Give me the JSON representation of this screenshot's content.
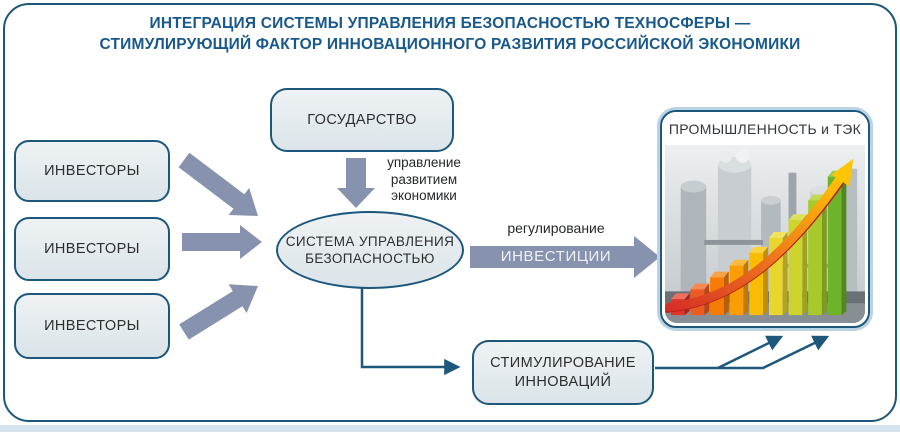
{
  "title": {
    "line1": "ИНТЕГРАЦИЯ СИСТЕМЫ УПРАВЛЕНИЯ БЕЗОПАСНОСТЬЮ  ТЕХНОСФЕРЫ —",
    "line2": "СТИМУЛИРУЮЩИЙ ФАКТОР ИННОВАЦИОННОГО РАЗВИТИЯ РОССИЙСКОЙ ЭКОНОМИКИ"
  },
  "diagram": {
    "investors": [
      "ИНВЕСТОРЫ",
      "ИНВЕСТОРЫ",
      "ИНВЕСТОРЫ"
    ],
    "state": "ГОСУДАРСТВО",
    "safety_system": {
      "line1": "СИСТЕМА УПРАВЛЕНИЯ",
      "line2": "БЕЗОПАСНОСТЬЮ"
    },
    "stimulation": {
      "line1": "СТИМУЛИРОВАНИЕ",
      "line2": "ИННОВАЦИЙ"
    },
    "industry_panel": {
      "title": "ПРОМЫШЛЕННОСТЬ и ТЭК"
    }
  },
  "labels": {
    "economy_management": [
      "управление",
      "развитием",
      "экономики"
    ],
    "regulation": "регулирование",
    "investments": "ИНВЕСТИЦИИ"
  },
  "colors": {
    "title_text": "#19588a",
    "frame_border": "#1d577c",
    "node_border": "#1d577c",
    "node_fill": "#e3eaee",
    "block_arrow": "#8793ae",
    "connector": "#1d577c",
    "label_text": "#26282a",
    "investments_text": "#eef1f6",
    "growth_bars": [
      "#e2352c",
      "#ee5b20",
      "#f57d05",
      "#fa9d02",
      "#f9bc05",
      "#e8d52e",
      "#cfd42d",
      "#a6c92b",
      "#6fb32a"
    ]
  }
}
